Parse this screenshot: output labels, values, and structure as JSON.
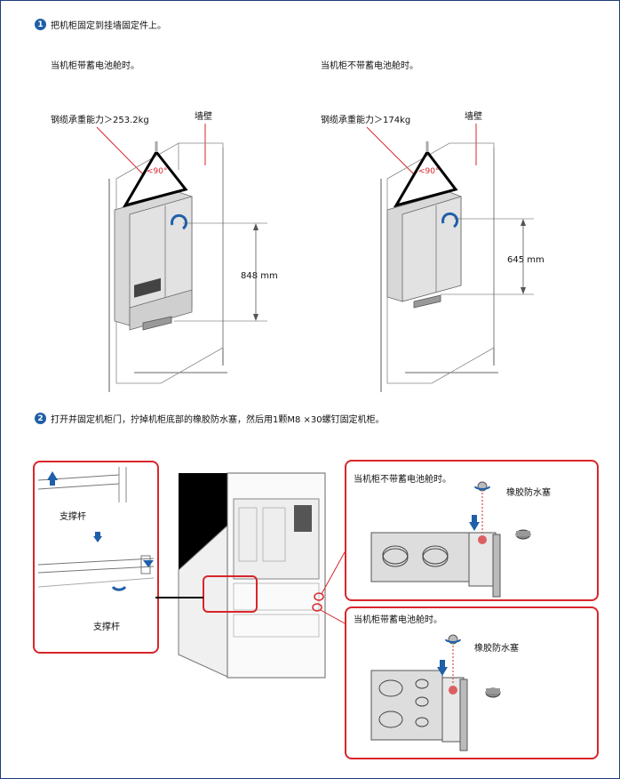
{
  "step1": {
    "number": "1",
    "text": "把机柜固定到挂墙固定件上。"
  },
  "left_case": {
    "title": "当机柜带蓄电池舱时。",
    "cable": "钢缆承重能力＞253.2kg",
    "wall": "墙壁",
    "angle": "<90°",
    "dimension": "848 mm"
  },
  "right_case": {
    "title": "当机柜不带蓄电池舱时。",
    "cable": "钢缆承重能力＞174kg",
    "wall": "墙壁",
    "angle": "<90°",
    "dimension": "645 mm"
  },
  "step2": {
    "number": "2",
    "text": "打开并固定机柜门，拧掉机柜底部的橡胶防水塞，然后用1颗M8 ×30螺钉固定机柜。"
  },
  "support_panel": {
    "label_top": "支撑杆",
    "label_bottom": "支撑杆"
  },
  "detail_no_battery": {
    "title": "当机柜不带蓄电池舱时。",
    "plug": "橡胶防水塞"
  },
  "detail_battery": {
    "title": "当机柜带蓄电池舱时。",
    "plug": "橡胶防水塞"
  },
  "colors": {
    "accent_red": "#d9252a",
    "badge_blue": "#1f5fa8",
    "arrow_blue": "#1f5fa8",
    "border_navy": "#1f3f7a"
  }
}
